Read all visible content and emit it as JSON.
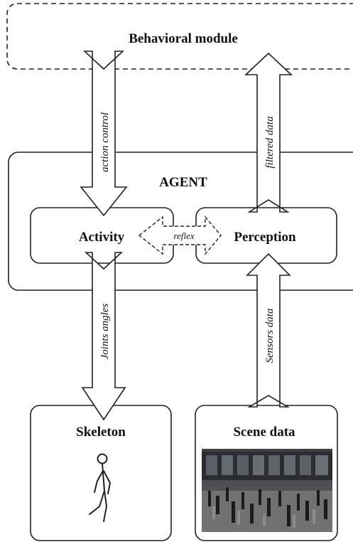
{
  "behavioral_module": {
    "label": "Behavioral module"
  },
  "agent": {
    "label": "AGENT"
  },
  "activity": {
    "label": "Activity"
  },
  "perception": {
    "label": "Perception"
  },
  "reflex": {
    "label": "reflex"
  },
  "skeleton": {
    "label": "Skeleton"
  },
  "scene_data": {
    "label": "Scene data"
  },
  "arrows": {
    "action_control": "action control",
    "filtered_data": "filtered data",
    "joints_angles": "Joints angles",
    "sensors_data": "Sensors data"
  },
  "icons": {
    "skeleton_figure": "stick-figure-icon",
    "scene_image": "crowd-scene-image"
  }
}
